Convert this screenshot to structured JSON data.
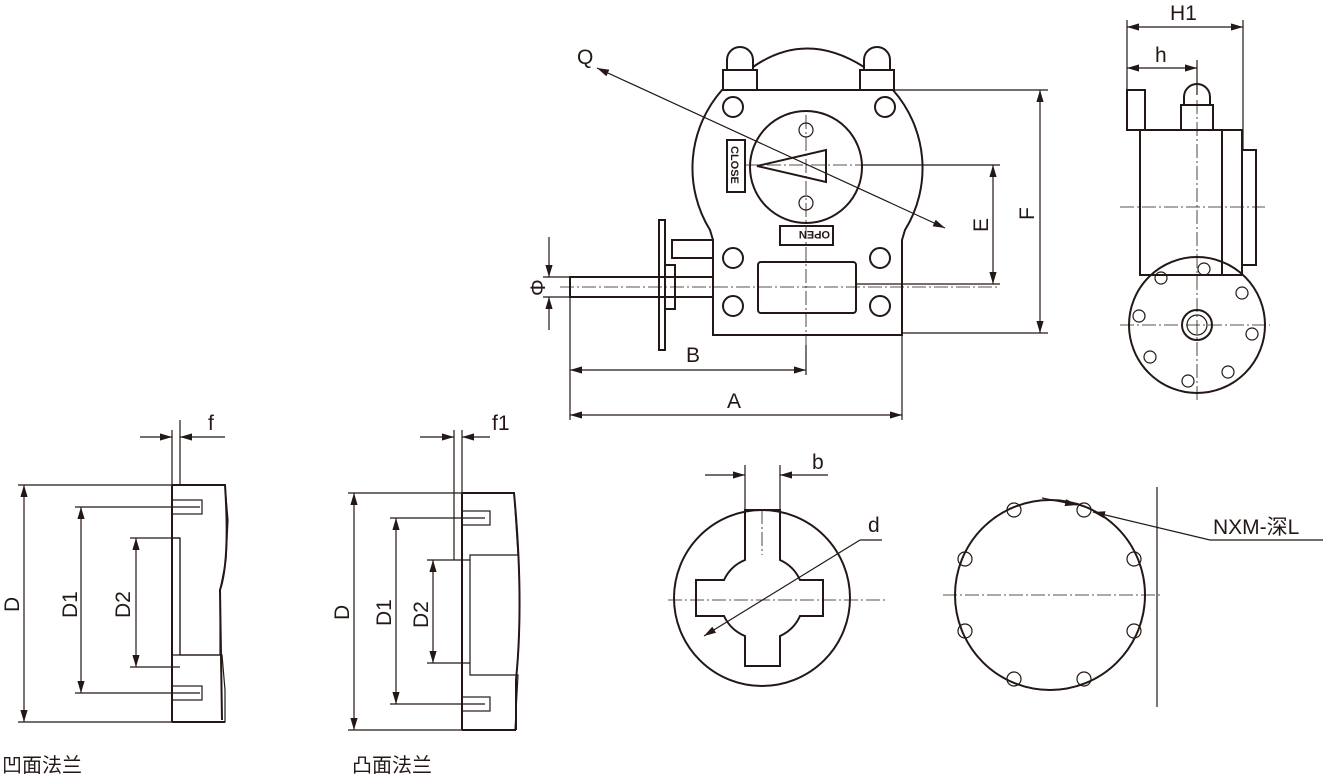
{
  "title": "Worm gear actuator dimension drawing",
  "labels": {
    "Q": "Q",
    "close": "CLOSE",
    "open": "OPEN",
    "E": "E",
    "F": "F",
    "phi": "Φ",
    "B": "B",
    "A": "A",
    "H1": "H1",
    "h": "h",
    "f": "f",
    "f1": "f1",
    "D_left": "D",
    "D1_left": "D1",
    "D2_left": "D2",
    "D_mid": "D",
    "D1_mid": "D1",
    "D2_mid": "D2",
    "b": "b",
    "d": "d",
    "nxm": "NXM-深L"
  },
  "captions": {
    "concave_flange": "凹面法兰",
    "convex_flange": "凸面法兰"
  },
  "colors": {
    "line": "#231815",
    "background": "#ffffff"
  }
}
